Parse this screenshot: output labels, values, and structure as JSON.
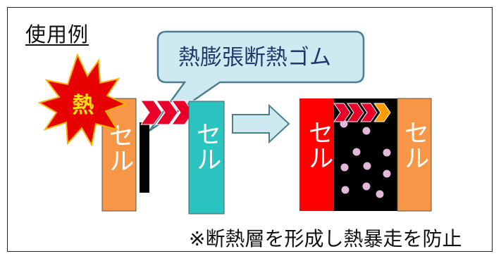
{
  "title": "使用例",
  "callout": {
    "label": "熱膨張断熱ゴム"
  },
  "heat": {
    "label": "熱"
  },
  "cells": {
    "left": "セル",
    "middle": "セル",
    "right_red": "セル",
    "right_orange": "セル"
  },
  "note": "※断熱層を形成し熱暴走を防止",
  "colors": {
    "cell_orange": "#f79646",
    "cell_teal": "#2bc4c0",
    "cell_red": "#ff0000",
    "arrow_red": "#e8002a",
    "arrow_orange": "#ff9a00",
    "burst_red": "#e60000",
    "callout_fill": "#cfe9f0",
    "callout_stroke": "#4b7f8f",
    "rubber_black": "#000000",
    "bubble_pink": "#e2b8d8",
    "block_arrow_fill": "#cfe9f0"
  }
}
